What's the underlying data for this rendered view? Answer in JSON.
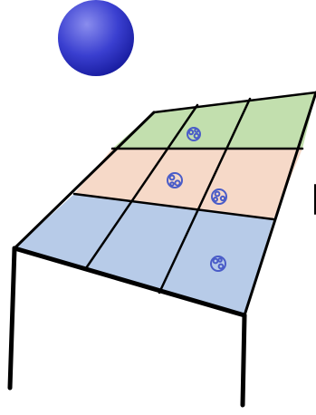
{
  "colors": {
    "sphere_highlight": "#8a8dee",
    "sphere_base": "#3a3fd0",
    "sphere_shadow": "#14189a",
    "row_top": "#c2dfae",
    "row_middle": "#f6d9c8",
    "row_bottom": "#b7cbe8",
    "frame": "#000000",
    "particle": "#4a5cc8"
  },
  "grid": {
    "rows": 3,
    "cols": 3
  },
  "particles": {
    "count": 4,
    "icon": "molecule-cluster-icon"
  }
}
